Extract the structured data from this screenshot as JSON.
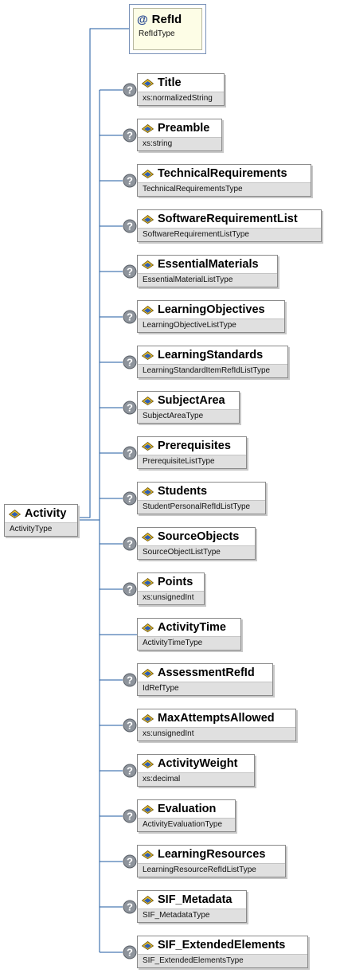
{
  "root": {
    "name": "Activity",
    "type": "ActivityType"
  },
  "attribute": {
    "name": "RefId",
    "type": "RefIdType",
    "icon_glyph": "@"
  },
  "optional_marker": "?",
  "elements": [
    {
      "name": "Title",
      "type": "xs:normalizedString",
      "optional": true
    },
    {
      "name": "Preamble",
      "type": "xs:string",
      "optional": true
    },
    {
      "name": "TechnicalRequirements",
      "type": "TechnicalRequirementsType",
      "optional": true
    },
    {
      "name": "SoftwareRequirementList",
      "type": "SoftwareRequirementListType",
      "optional": true
    },
    {
      "name": "EssentialMaterials",
      "type": "EssentialMaterialListType",
      "optional": true
    },
    {
      "name": "LearningObjectives",
      "type": "LearningObjectiveListType",
      "optional": true
    },
    {
      "name": "LearningStandards",
      "type": "LearningStandardItemRefIdListType",
      "optional": true
    },
    {
      "name": "SubjectArea",
      "type": "SubjectAreaType",
      "optional": true
    },
    {
      "name": "Prerequisites",
      "type": "PrerequisiteListType",
      "optional": true
    },
    {
      "name": "Students",
      "type": "StudentPersonalRefIdListType",
      "optional": true
    },
    {
      "name": "SourceObjects",
      "type": "SourceObjectListType",
      "optional": true
    },
    {
      "name": "Points",
      "type": "xs:unsignedInt",
      "optional": true
    },
    {
      "name": "ActivityTime",
      "type": "ActivityTimeType",
      "optional": false
    },
    {
      "name": "AssessmentRefId",
      "type": "IdRefType",
      "optional": true
    },
    {
      "name": "MaxAttemptsAllowed",
      "type": "xs:unsignedInt",
      "optional": true
    },
    {
      "name": "ActivityWeight",
      "type": "xs:decimal",
      "optional": true
    },
    {
      "name": "Evaluation",
      "type": "ActivityEvaluationType",
      "optional": true
    },
    {
      "name": "LearningResources",
      "type": "LearningResourceRefIdListType",
      "optional": true
    },
    {
      "name": "SIF_Metadata",
      "type": "SIF_MetadataType",
      "optional": true
    },
    {
      "name": "SIF_ExtendedElements",
      "type": "SIF_ExtendedElementsType",
      "optional": true
    }
  ],
  "colors": {
    "connector": "#1e5aa0",
    "type_bar": "#e0e0e0",
    "attribute_fill": "#fdfde6",
    "optional_fill": "#8e949c"
  }
}
